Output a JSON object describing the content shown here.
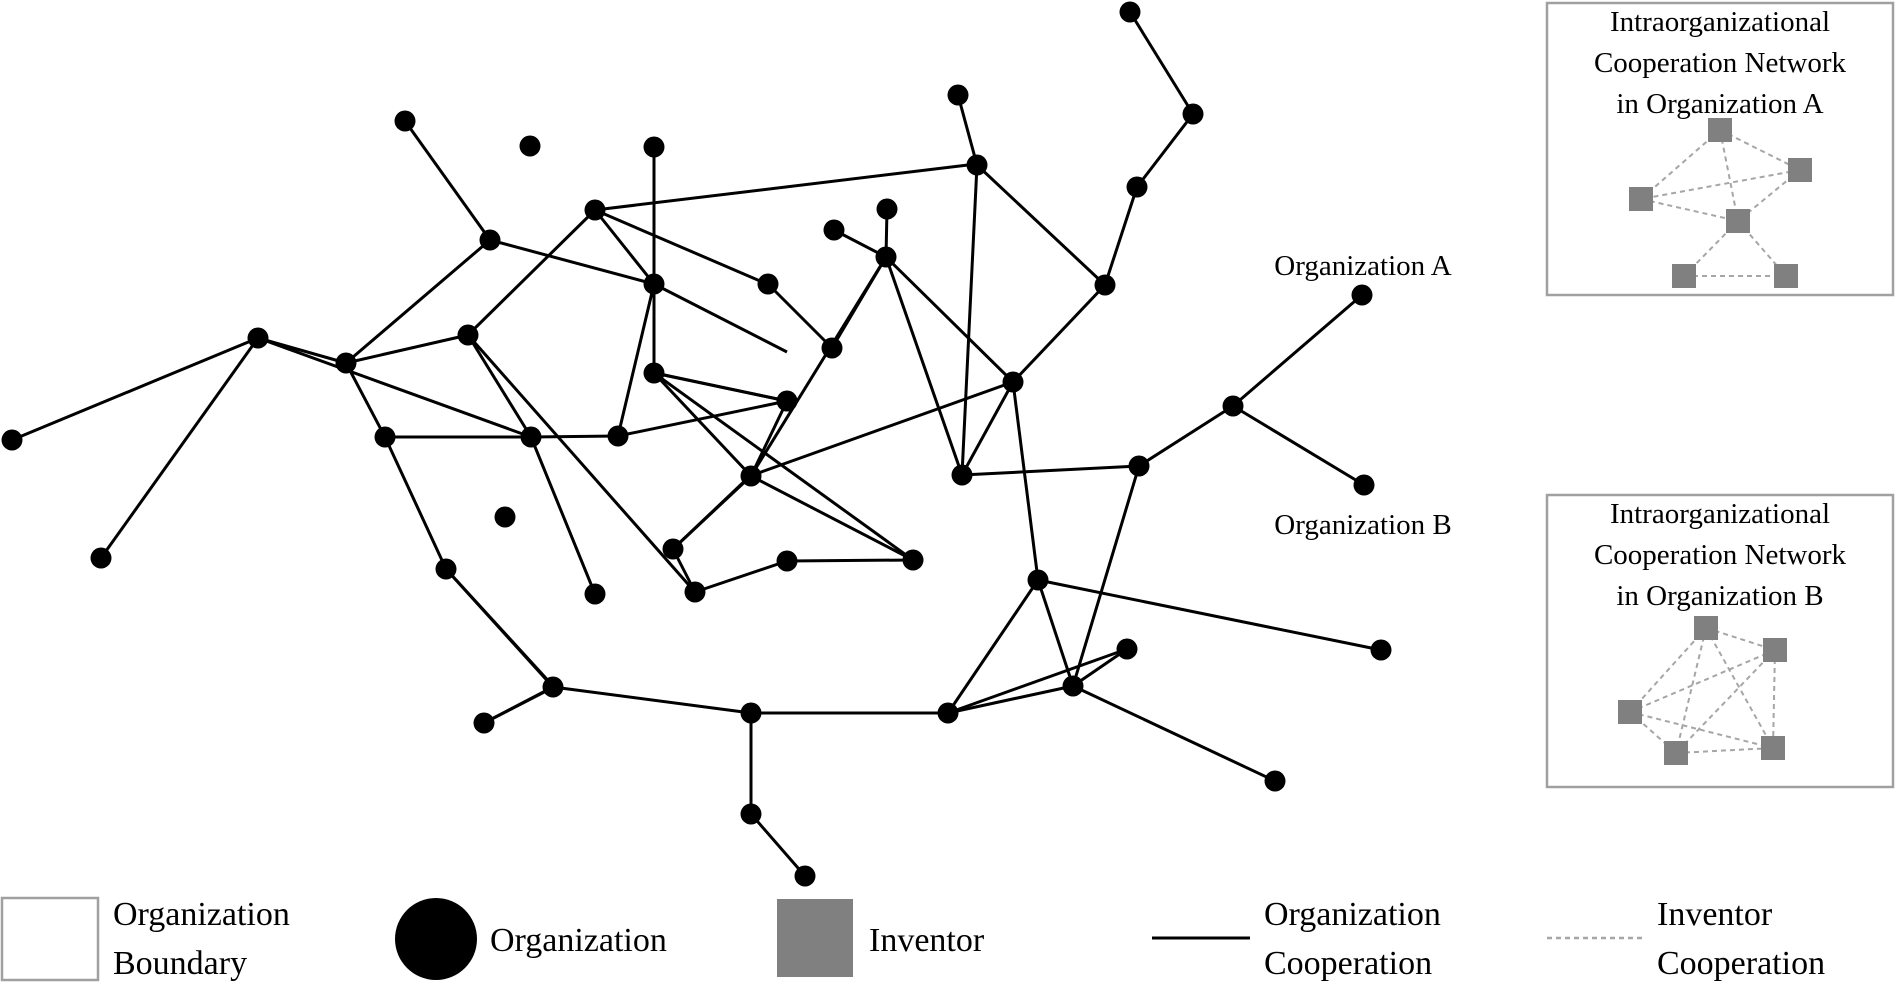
{
  "labels": {
    "org_a": "Organization A",
    "org_b": "Organization B"
  },
  "inset_a": {
    "title_lines": [
      "Intraorganizational",
      "Cooperation Network",
      "in Organization A"
    ]
  },
  "inset_b": {
    "title_lines": [
      "Intraorganizational",
      "Cooperation Network",
      "in Organization B"
    ]
  },
  "legend": {
    "boundary_lines": [
      "Organization",
      "Boundary"
    ],
    "organization": "Organization",
    "inventor": "Inventor",
    "org_coop_lines": [
      "Organization",
      "Cooperation"
    ],
    "inv_coop_lines": [
      "Inventor",
      "Cooperation"
    ]
  },
  "colors": {
    "organization": "#000000",
    "inventor": "#808080",
    "boundary": "#a0a0a0",
    "inventor_link": "#a6a6a6"
  }
}
